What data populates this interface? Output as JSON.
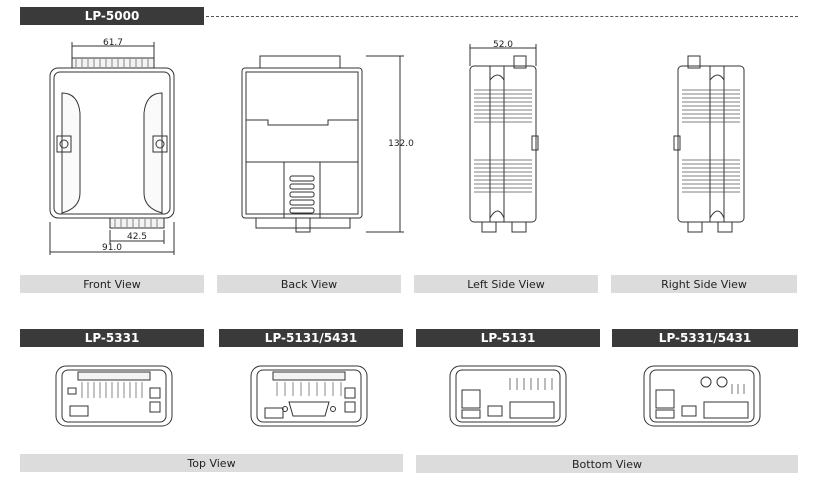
{
  "main_title": "LP-5000",
  "dimensions": {
    "width_top": "61.7",
    "height": "132.0",
    "depth": "52.0",
    "bottom_inner": "42.5",
    "width_total": "91.0"
  },
  "views": {
    "front": "Front View",
    "back": "Back View",
    "left": "Left Side View",
    "right": "Right Side View"
  },
  "models": [
    "LP-5331",
    "LP-5131/5431",
    "LP-5131",
    "LP-5331/5431"
  ],
  "captions": {
    "top": "Top View",
    "bottom": "Bottom View"
  }
}
